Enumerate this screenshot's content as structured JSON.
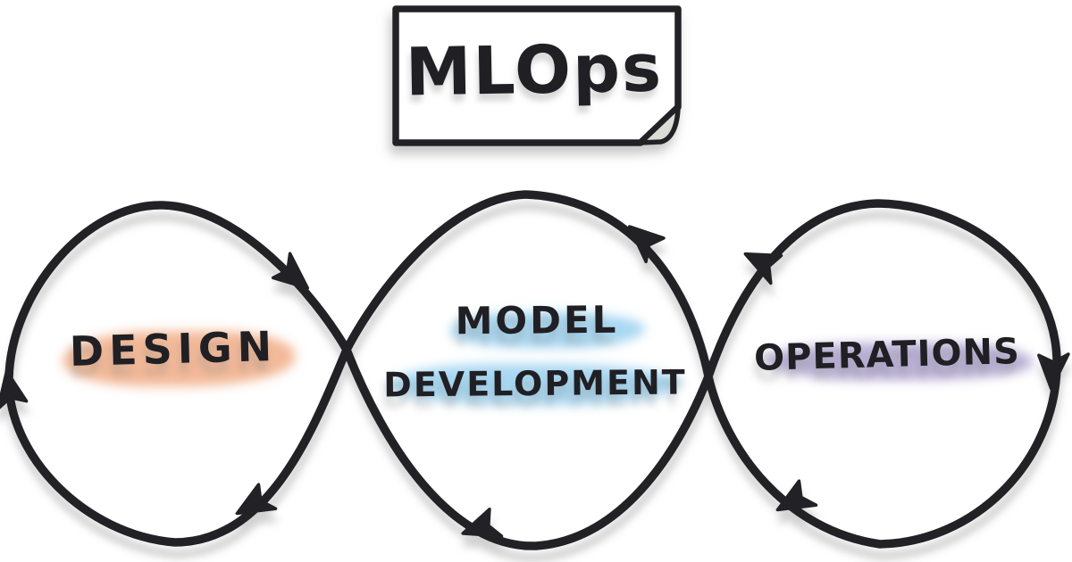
{
  "title_card": {
    "text": "MLOps"
  },
  "stages": [
    {
      "label": "DESIGN",
      "highlight_color": "#f2b28d"
    },
    {
      "label_line1": "MODEL",
      "label_line2": "DEVELOPMENT",
      "highlight_color": "#9fd3f0"
    },
    {
      "label": "OPERATIONS",
      "highlight_color": "#b3a9d2"
    }
  ],
  "diagram": {
    "loop_count": 3,
    "arrow_count": 8,
    "flow_style": "interlinked hand-drawn loops with arrowheads"
  },
  "colors": {
    "ink": "#232326",
    "background": "#ffffff",
    "paper_fold": "#dcdcd6",
    "stroke_shadow": "#9a9a9a"
  }
}
